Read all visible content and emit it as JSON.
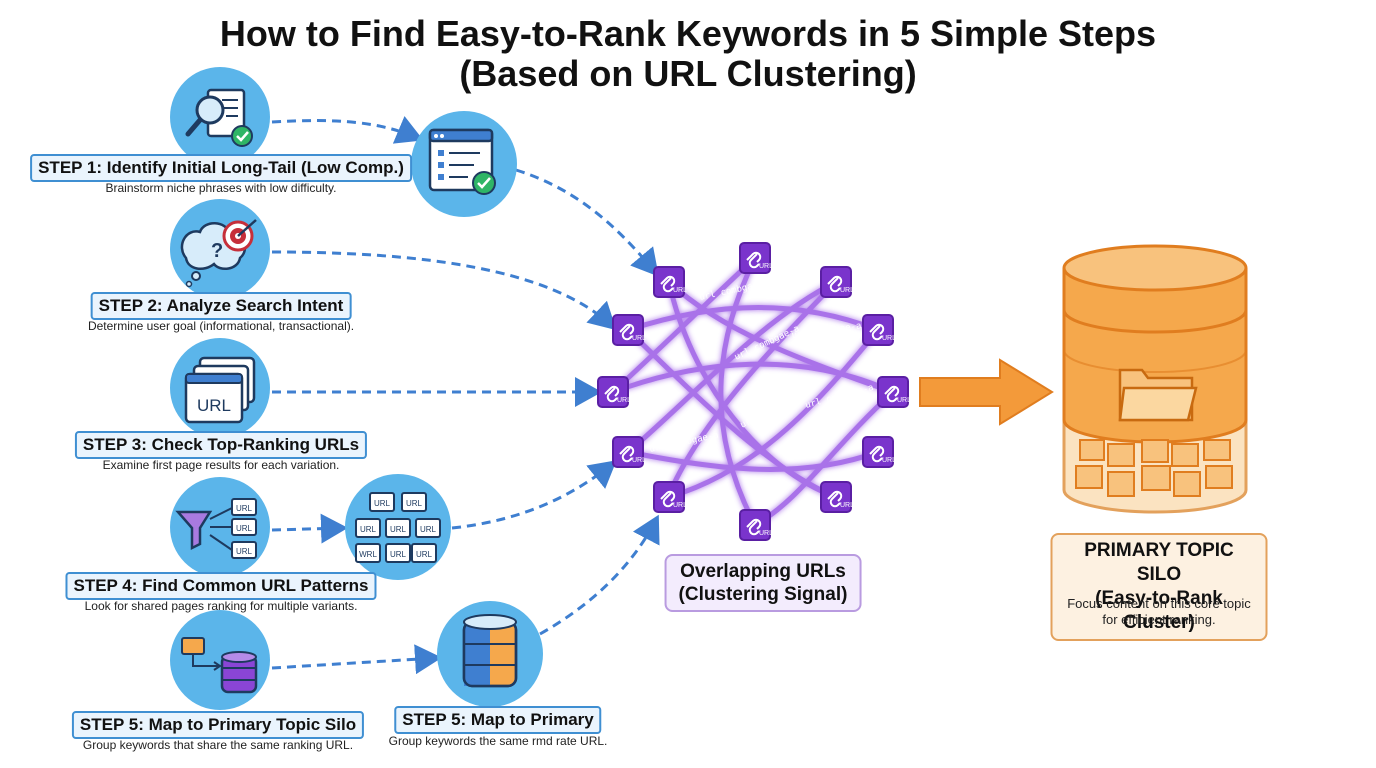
{
  "title": {
    "line1": "How to Find Easy-to-Rank Keywords in 5 Simple Steps",
    "line2": "(Based on URL Clustering)"
  },
  "steps": [
    {
      "label": "STEP 1: Identify Initial Long-Tail (Low Comp.)",
      "desc": "Brainstorm niche phrases with low difficulty."
    },
    {
      "label": "STEP 2: Analyze Search Intent",
      "desc": "Determine user goal (informational, transactional)."
    },
    {
      "label": "STEP 3: Check Top-Ranking URLs",
      "desc": "Examine first page results for each variation."
    },
    {
      "label": "STEP 4: Find Common URL Patterns",
      "desc": "Look for shared pages ranking for multiple variants."
    },
    {
      "label": "STEP 5: Map to Primary Topic Silo",
      "desc": "Group keywords that share the same ranking URL."
    },
    {
      "label": "STEP 5: Map to Primary",
      "desc": "Group keywords the same rmd rate URL."
    }
  ],
  "icons": {
    "step3_url_text": "URL",
    "step4_url_text": "URL",
    "step4_grid_texts": [
      "URL",
      "URL",
      "URL",
      "URL",
      "URL",
      "WRL",
      "URL",
      "URL"
    ],
    "network_node_text": "URL",
    "network_edge_texts": [
      "url combgae-a",
      "url combgae-a",
      "url combgae-a",
      "url combgae-a",
      "url combgae-a",
      "url combgae-a"
    ]
  },
  "cluster": {
    "line1": "Overlapping URLs",
    "line2": "(Clustering Signal)"
  },
  "silo": {
    "line1": "PRIMARY TOPIC SILO",
    "line2": "(Easy-to-Rank Cluster)",
    "desc_line1": "Focus content on this core topic",
    "desc_line2": "for efficient ranking."
  },
  "colors": {
    "step_blue": "#5bb5ea",
    "arrow_blue": "#3f7fd0",
    "network_purple": "#8a45d6",
    "silo_orange": "#f5a84c",
    "arrow_orange": "#f39a3a"
  }
}
